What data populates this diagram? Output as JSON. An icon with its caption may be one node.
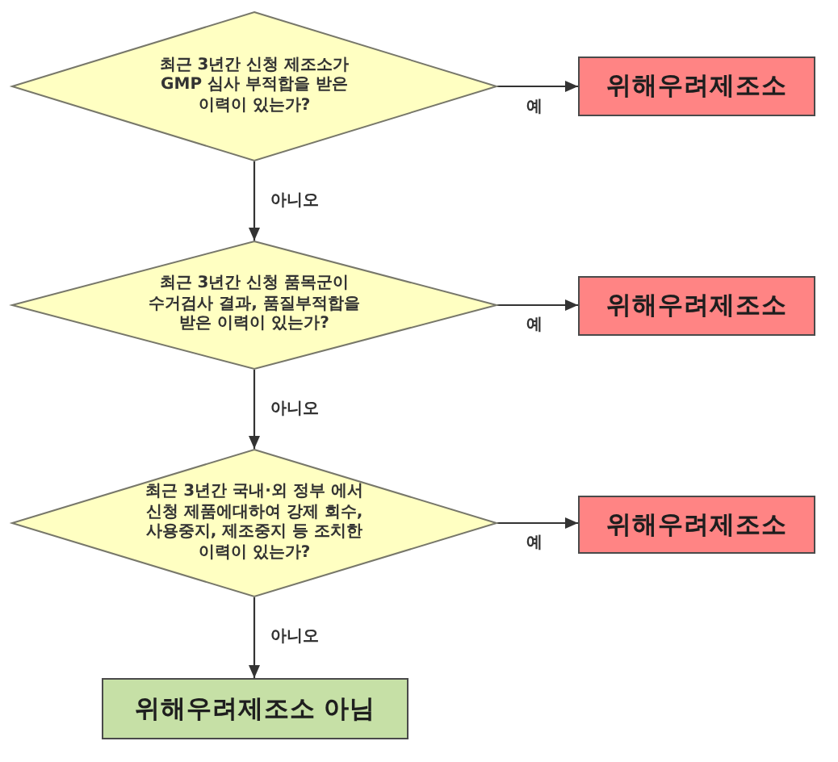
{
  "diagram": {
    "nodes": [
      {
        "text": [
          "최근 3년간 신청 제조소가 GMP 심사 부적합을 받은 이력이 있는가?"
        ]
      },
      {
        "text": [
          "위해우려제조소"
        ]
      },
      {
        "text": [
          "최근 3년간 신청 품목군이 수거검사 결과, 품질부적합을 받은 이력이 있는가?"
        ]
      },
      {
        "text": [
          "위해우려제조소"
        ]
      },
      {
        "text": [
          "최근 3년간 국내·외 정부 에서 신청 제품에대하여 강제 회수, 사용중지, 제조중지 등 조치한 이력이 있는가?"
        ]
      },
      {
        "text": [
          "위해우려제조소"
        ]
      },
      {
        "text": [
          "위해우려제조소 아님"
        ]
      }
    ],
    "edges": [
      {
        "from": 0,
        "to": 1,
        "arrow": "to",
        "label": "예"
      },
      {
        "from": 0,
        "to": 2,
        "arrow": "to",
        "label": "아니오"
      },
      {
        "from": 2,
        "to": 3,
        "arrow": "to",
        "label": "예"
      },
      {
        "from": 2,
        "to": 4,
        "arrow": "to",
        "label": "아니오"
      },
      {
        "from": 4,
        "to": 5,
        "arrow": "to",
        "label": "예"
      },
      {
        "from": 4,
        "to": 6,
        "arrow": "to",
        "label": "아니오"
      }
    ]
  }
}
